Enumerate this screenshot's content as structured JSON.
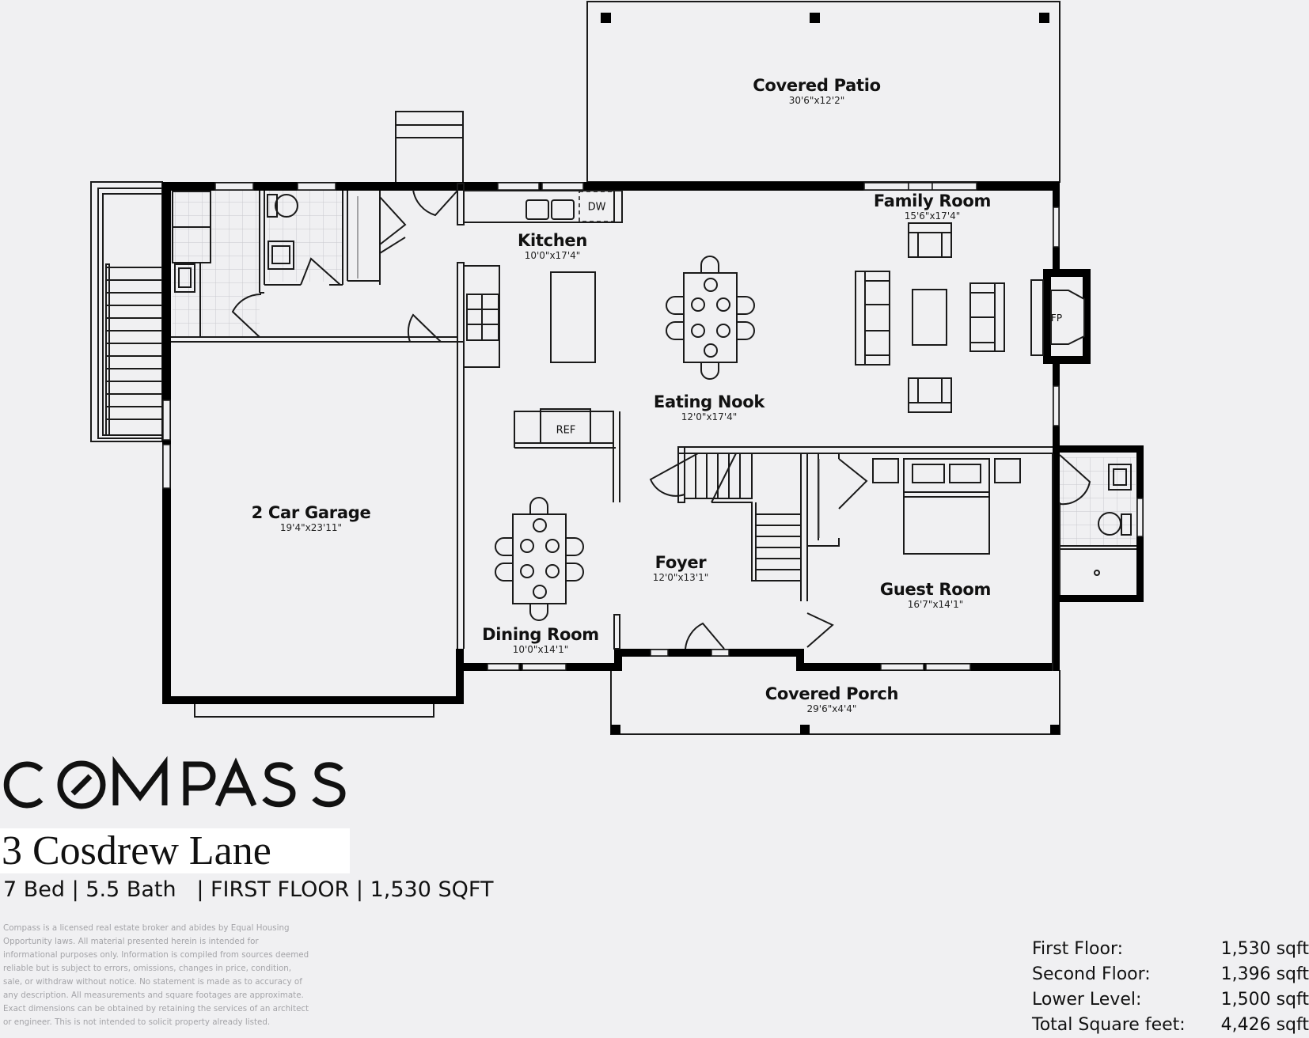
{
  "plan": {
    "rooms": [
      {
        "id": "covered-patio",
        "name": "Covered Patio",
        "dim": "30'6\"x12'2\""
      },
      {
        "id": "kitchen",
        "name": "Kitchen",
        "dim": "10'0\"x17'4\""
      },
      {
        "id": "family-room",
        "name": "Family Room",
        "dim": "15'6\"x17'4\""
      },
      {
        "id": "eating-nook",
        "name": "Eating Nook",
        "dim": "12'0\"x17'4\""
      },
      {
        "id": "garage",
        "name": "2 Car Garage",
        "dim": "19'4\"x23'11\""
      },
      {
        "id": "foyer",
        "name": "Foyer",
        "dim": "12'0\"x13'1\""
      },
      {
        "id": "guest-room",
        "name": "Guest Room",
        "dim": "16'7\"x14'1\""
      },
      {
        "id": "dining-room",
        "name": "Dining Room",
        "dim": "10'0\"x14'1\""
      },
      {
        "id": "covered-porch",
        "name": "Covered Porch",
        "dim": "29'6\"x4'4\""
      }
    ],
    "fixtures": {
      "dishwasher": "DW",
      "refrigerator": "REF",
      "fireplace": "FP"
    },
    "colors": {
      "wall": "#000000",
      "line": "#1a1a1a",
      "background": "#f0f0f2",
      "tile": "#c9c9cd"
    }
  },
  "brand": {
    "logo": "COMPASS",
    "logo_icon": "compass-o-slash-icon"
  },
  "listing": {
    "address": "3 Cosdrew Lane",
    "specs": "7 Bed | 5.5 Bath   | FIRST FLOOR | 1,530 SQFT"
  },
  "disclaimer": "Compass is a licensed real estate broker and abides by Equal Housing Opportunity laws. All material presented herein is intended for informational purposes only. Information is compiled from sources deemed reliable but is subject to errors, omissions, changes in price, condition, sale, or withdraw without notice. No statement is made as to accuracy of any description. All measurements and square footages are approximate. Exact dimensions can be obtained by retaining the services of an architect or engineer. This is not intended to solicit property already listed.",
  "square_footage": [
    {
      "label": "First Floor:",
      "value": "1,530 sqft"
    },
    {
      "label": "Second Floor:",
      "value": "1,396 sqft"
    },
    {
      "label": "Lower Level:",
      "value": "1,500 sqft"
    },
    {
      "label": "Total Square feet:",
      "value": "4,426 sqft"
    }
  ]
}
